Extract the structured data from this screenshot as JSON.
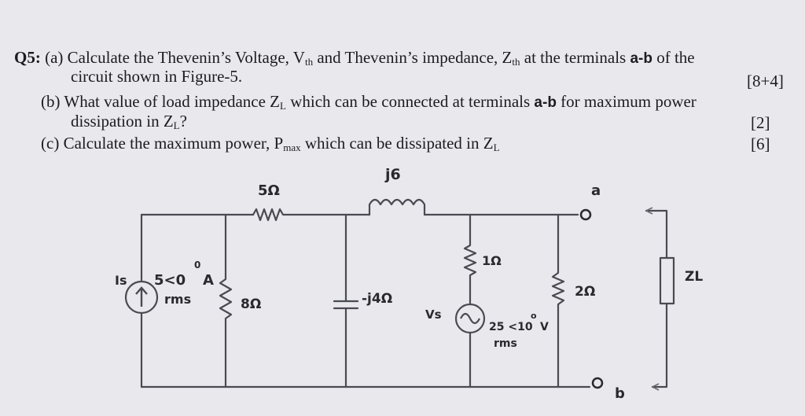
{
  "question": {
    "id": "Q5:",
    "part_a": {
      "tag": "(a)",
      "pre": "Calculate the Thevenin’s Voltage, V",
      "vth_sub": "th",
      "mid": " and Thevenin’s impedance, Z",
      "zth_sub": "th",
      "post": " at the terminals ",
      "terminals": "a-b",
      "end": " of the",
      "line2": "circuit shown in Figure-5.",
      "marks": "[8+4]"
    },
    "part_b": {
      "tag": "(b)",
      "pre": "What value of load impedance Z",
      "zl_sub": "L",
      "post": " which can be connected at terminals ",
      "terminals": "a-b",
      "end": " for maximum power",
      "line2_pre": "dissipation in Z",
      "line2_sub": "L",
      "line2_end": "?",
      "marks": "[2]"
    },
    "part_c": {
      "tag": "(c)",
      "pre": "Calculate the maximum power, P",
      "pmax_sub": "max",
      "post": " which can be dissipated in Z",
      "zl_sub": "L",
      "marks": "[6]"
    }
  },
  "circuit": {
    "source_current_label": "Is",
    "source_current_value": "5<0",
    "source_current_deg": "0",
    "source_current_unit": "A",
    "source_current_rms": "rms",
    "r_series": "5Ω",
    "l_series": "j6",
    "r_shunt": "8Ω",
    "c_shunt": "-j4Ω",
    "r_vs": "1Ω",
    "source_voltage_label": "Vs",
    "source_voltage_value": "25 <10",
    "source_voltage_deg": "o",
    "source_voltage_unit": "V",
    "source_voltage_rms": "rms",
    "r_out": "2Ω",
    "terminal_a": "a",
    "terminal_b": "b",
    "load_label": "ZL"
  }
}
